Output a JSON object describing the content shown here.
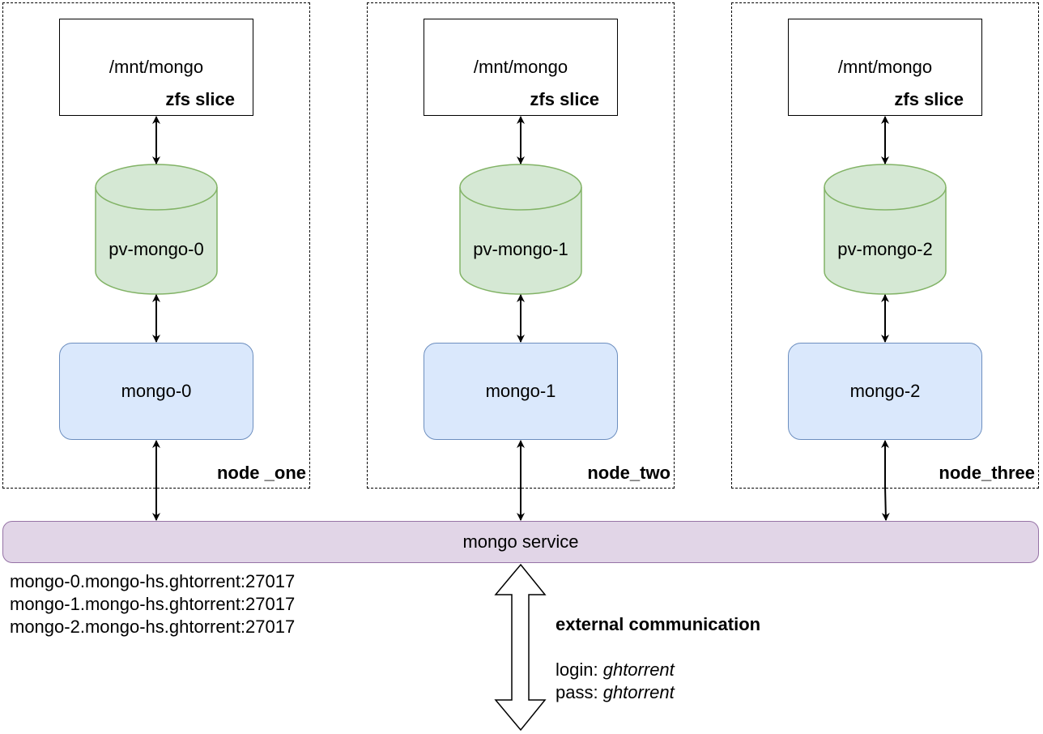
{
  "nodes": [
    {
      "label": "node _one",
      "zfs_path": "/mnt/mongo",
      "zfs_label": "zfs slice",
      "pv": "pv-mongo-0",
      "pod": "mongo-0"
    },
    {
      "label": "node_two",
      "zfs_path": "/mnt/mongo",
      "zfs_label": "zfs slice",
      "pv": "pv-mongo-1",
      "pod": "mongo-1"
    },
    {
      "label": "node_three",
      "zfs_path": "/mnt/mongo",
      "zfs_label": "zfs slice",
      "pv": "pv-mongo-2",
      "pod": "mongo-2"
    }
  ],
  "service": {
    "label": "mongo service"
  },
  "dns_entries": [
    "mongo-0.mongo-hs.ghtorrent:27017",
    "mongo-1.mongo-hs.ghtorrent:27017",
    "mongo-2.mongo-hs.ghtorrent:27017"
  ],
  "external": {
    "title": "external communication",
    "login_label": "login: ",
    "login_value": "ghtorrent",
    "pass_label": "pass: ",
    "pass_value": "ghtorrent"
  },
  "colors": {
    "pod_fill": "#dae8fc",
    "pod_stroke": "#6c8ebf",
    "pv_fill": "#d5e8d4",
    "pv_stroke": "#82b366",
    "service_fill": "#e1d5e7",
    "service_stroke": "#9673a6"
  }
}
